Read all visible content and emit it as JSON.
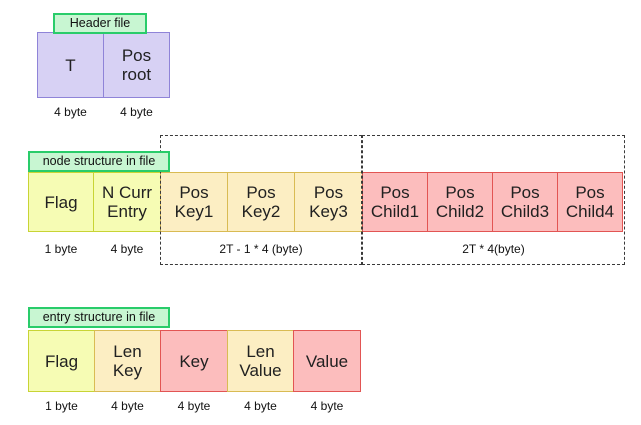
{
  "colors": {
    "purple_fill": "#D7D1F4",
    "purple_border": "#8F84D8",
    "green_fill": "#C8F6D2",
    "green_border": "#29CC6A",
    "lime_fill": "#F6FCB4",
    "lime_border": "#C8D435",
    "orange_fill": "#FCEEC3",
    "orange_border": "#D9BB53",
    "pink_fill": "#FCBDBD",
    "pink_border": "#E25553"
  },
  "header_section": {
    "label": "Header file",
    "cells": [
      {
        "text": "T",
        "byte": "4 byte"
      },
      {
        "text": "Pos\nroot",
        "byte": "4 byte"
      }
    ]
  },
  "node_section": {
    "label": "node structure in file",
    "cells": [
      {
        "text": "Flag",
        "byte": "1 byte"
      },
      {
        "text": "N Curr\nEntry",
        "byte": "4 byte"
      },
      {
        "text": "Pos\nKey1"
      },
      {
        "text": "Pos\nKey2"
      },
      {
        "text": "Pos\nKey3"
      },
      {
        "text": "Pos\nChild1"
      },
      {
        "text": "Pos\nChild2"
      },
      {
        "text": "Pos\nChild3"
      },
      {
        "text": "Pos\nChild4"
      }
    ],
    "keys_group_label": "2T - 1 * 4 (byte)",
    "children_group_label": "2T * 4(byte)"
  },
  "entry_section": {
    "label": "entry structure in file",
    "cells": [
      {
        "text": "Flag",
        "byte": "1 byte"
      },
      {
        "text": "Len\nKey",
        "byte": "4 byte"
      },
      {
        "text": "Key",
        "byte": "4 byte"
      },
      {
        "text": "Len\nValue",
        "byte": "4 byte"
      },
      {
        "text": "Value",
        "byte": "4 byte"
      }
    ]
  }
}
